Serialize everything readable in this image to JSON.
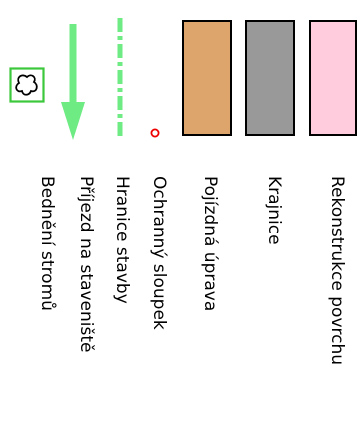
{
  "legend": {
    "items": [
      {
        "label": "Rekonstrukce povrchu",
        "color": "#FFCCDD",
        "symbol": "filled-rectangle"
      },
      {
        "label": "Krajnice",
        "color": "#999999",
        "symbol": "filled-rectangle"
      },
      {
        "label": "Pojízdná úprava",
        "color": "#DDA56B",
        "symbol": "filled-rectangle"
      },
      {
        "label": "Ochranný sloupek",
        "color": "#EE0000",
        "symbol": "small-circle"
      },
      {
        "label": "Hranice stavby",
        "color": "#6EEB83",
        "symbol": "dash-dot-line"
      },
      {
        "label": "Příjezd na staveniště",
        "color": "#6EEB83",
        "symbol": "arrow"
      },
      {
        "label": "Bednění stromů",
        "color": "#3CC83C",
        "symbol": "tree-protection-icon"
      }
    ]
  }
}
